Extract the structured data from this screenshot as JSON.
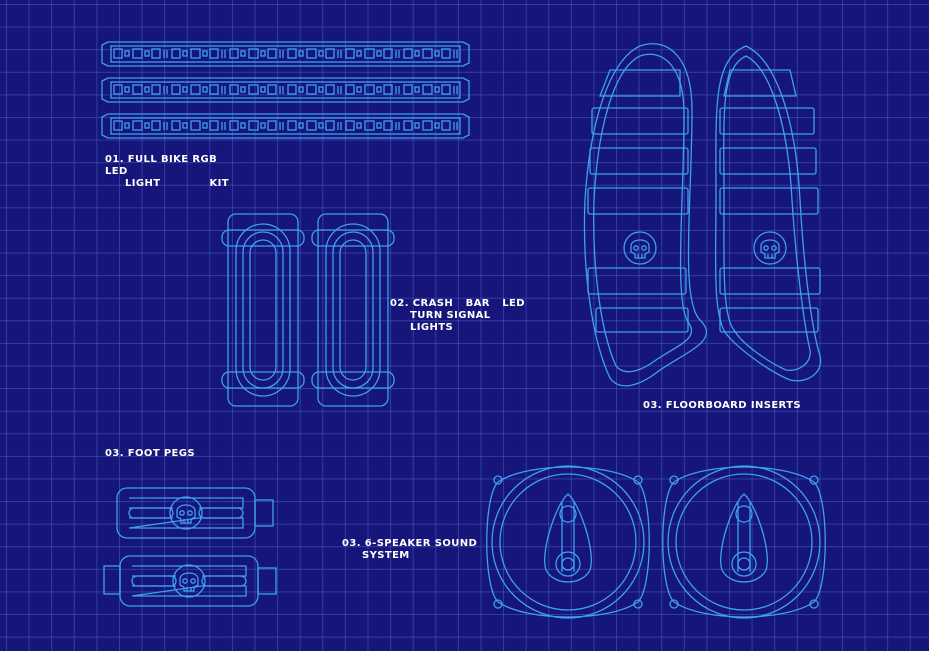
{
  "labels": {
    "led_kit": {
      "line1": "01.  FULL BIKE RGB LED",
      "line2_left": "LIGHT",
      "line2_right": "KIT"
    },
    "turn_signal": {
      "line1_parts": [
        "02. CRASH",
        "BAR",
        "LED"
      ],
      "line2": "TURN SIGNAL LIGHTS"
    },
    "floorboard": {
      "text": "03. FLOORBOARD  INSERTS"
    },
    "foot_pegs": {
      "parts": [
        "03. FOOT",
        "PEGS"
      ]
    },
    "speakers": {
      "line1": "03.  6-SPEAKER  SOUND",
      "line2": "SYSTEM"
    }
  },
  "colors": {
    "background": "#15157a",
    "grid": "#506edc",
    "stroke": "#3fa0f0",
    "label": "#ffffff"
  }
}
